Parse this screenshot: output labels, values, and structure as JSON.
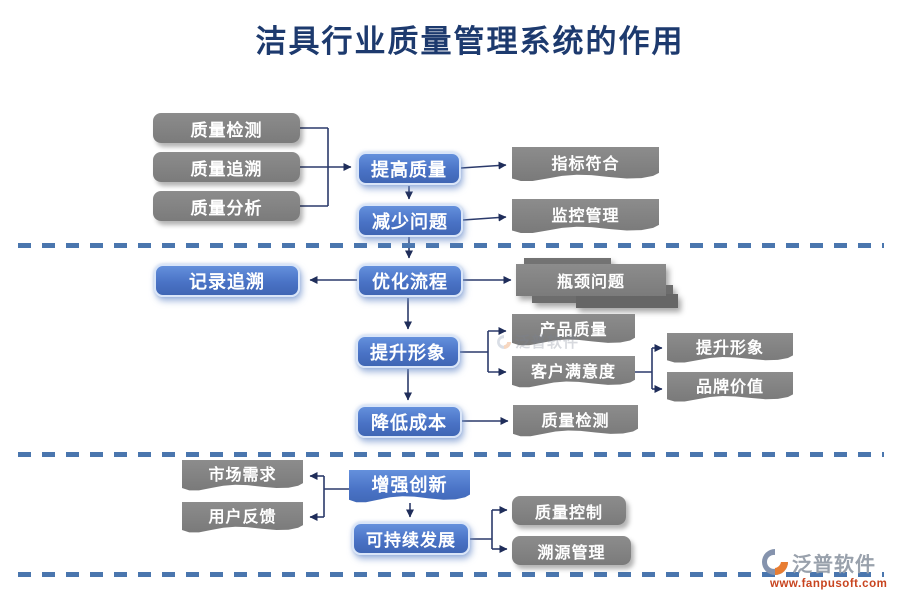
{
  "title": "洁具行业质量管理系统的作用",
  "nodes": {
    "quality_inspection": {
      "label": "质量检测"
    },
    "quality_trace": {
      "label": "质量追溯"
    },
    "quality_analysis": {
      "label": "质量分析"
    },
    "improve_quality": {
      "label": "提高质量"
    },
    "reduce_problems": {
      "label": "减少问题"
    },
    "indicator_compliance": {
      "label": "指标符合"
    },
    "monitoring_mgmt": {
      "label": "监控管理"
    },
    "record_trace": {
      "label": "记录追溯"
    },
    "optimize_process": {
      "label": "优化流程"
    },
    "bottleneck_issues": {
      "label": "瓶颈问题"
    },
    "enhance_image": {
      "label": "提升形象"
    },
    "product_quality": {
      "label": "产品质量"
    },
    "customer_satisfaction": {
      "label": "客户满意度"
    },
    "enhance_image_result": {
      "label": "提升形象"
    },
    "brand_value": {
      "label": "品牌价值"
    },
    "reduce_cost": {
      "label": "降低成本"
    },
    "quality_inspection_2": {
      "label": "质量检测"
    },
    "market_demand": {
      "label": "市场需求"
    },
    "user_feedback": {
      "label": "用户反馈"
    },
    "enhance_innovation": {
      "label": "增强创新"
    },
    "sustainable_dev": {
      "label": "可持续发展"
    },
    "quality_control": {
      "label": "质量控制"
    },
    "traceability_mgmt": {
      "label": "溯源管理"
    }
  },
  "watermark": {
    "text": "泛普软件"
  },
  "logo": {
    "name": "泛普软件",
    "url": "www.fanpusoft.com"
  },
  "colors": {
    "node_blue": "#4472C4",
    "node_grey": "#808080",
    "arrow": "#1F2D5A",
    "divider": "#4A76AE",
    "title": "#1D3A6E",
    "logo_orange": "#E87D32",
    "logo_url": "#C8441F"
  }
}
